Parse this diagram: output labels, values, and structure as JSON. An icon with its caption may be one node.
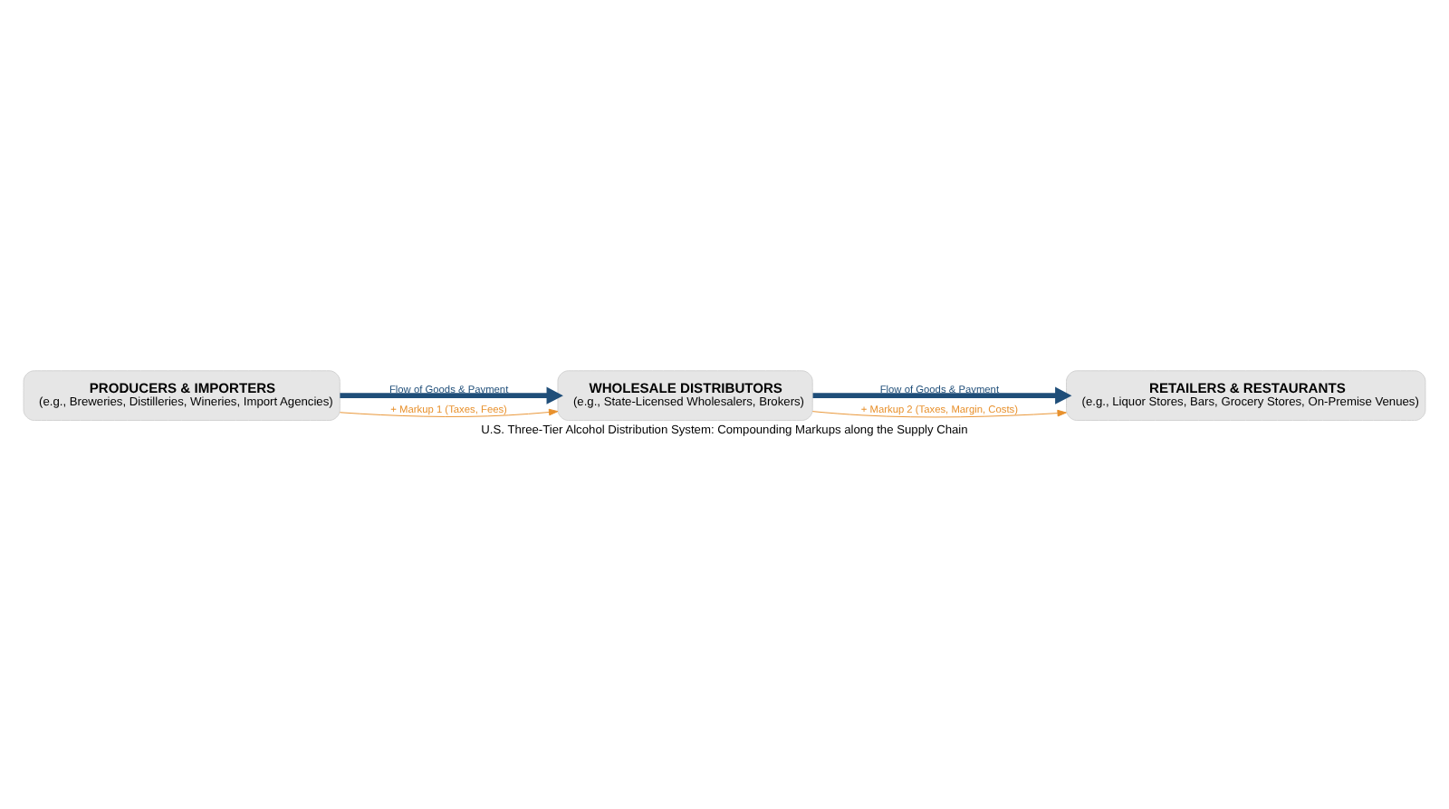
{
  "diagram": {
    "caption": "U.S. Three-Tier Alcohol Distribution System: Compounding Markups along the Supply Chain",
    "nodes": [
      {
        "text": [
          "PRODUCERS & IMPORTERS",
          "(e.g., Breweries, Distilleries, Wineries, Import Agencies)"
        ]
      },
      {
        "text": [
          "WHOLESALE DISTRIBUTORS",
          "(e.g., State-Licensed Wholesalers, Brokers)"
        ]
      },
      {
        "text": [
          "RETAILERS & RESTAURANTS",
          "(e.g., Liquor Stores, Bars, Grocery Stores, On-Premise Venues)"
        ]
      }
    ],
    "edges": [
      {
        "from": 0,
        "to": 1,
        "arrow": "to",
        "label": "Flow of Goods & Payment",
        "style": "thick",
        "color": "#1f4e79"
      },
      {
        "from": 0,
        "to": 1,
        "arrow": "to",
        "label": "+ Markup 1 (Taxes, Fees)",
        "color": "#e8912d"
      },
      {
        "from": 1,
        "to": 2,
        "arrow": "to",
        "label": "Flow of Goods & Payment",
        "style": "thick",
        "color": "#1f4e79"
      },
      {
        "from": 1,
        "to": 2,
        "arrow": "to",
        "label": "+ Markup 2 (Taxes, Margin, Costs)",
        "color": "#e8912d"
      }
    ]
  }
}
